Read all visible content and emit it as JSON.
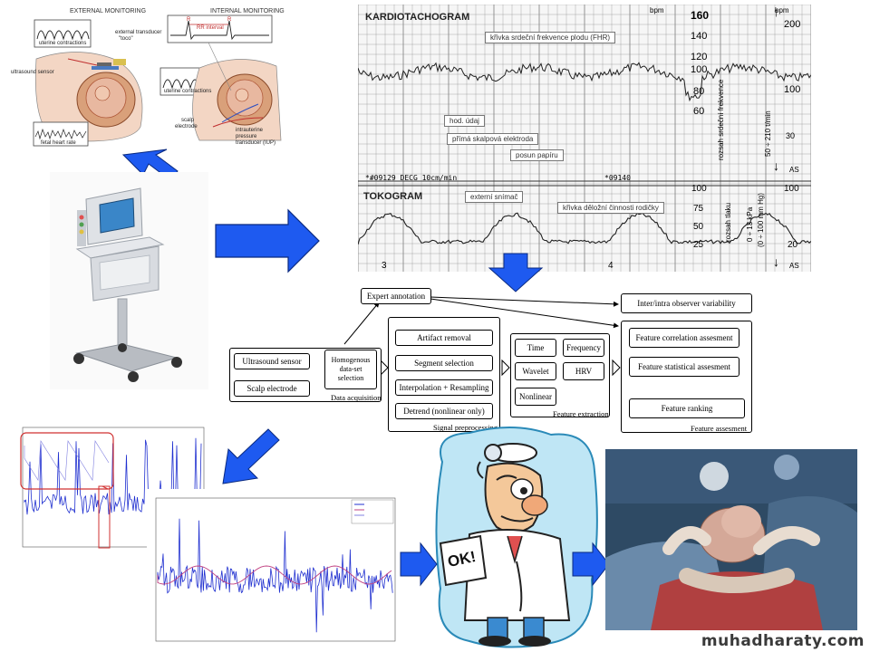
{
  "monitoring": {
    "external_title": "EXTERNAL MONITORING",
    "internal_title": "INTERNAL MONITORING",
    "uterine_contractions_ext": "uterine contractions",
    "external_transducer": "external transducer",
    "toco": "\"toco\"",
    "ultrasound_sensor": "ultrasound sensor",
    "fetal_heart_rate": "fetal heart rate",
    "r_label": "R",
    "rr_interval": "RR interval",
    "uterine_contractions_int": "uterine contractions",
    "scalp": "scalp",
    "electrode": "electrode",
    "iup1": "intrauterine",
    "iup2": "pressure",
    "iup3": "transducer (IUP)"
  },
  "ctg": {
    "title_top": "KARDIOTACHOGRAM",
    "title_bottom": "TOKOGRAM",
    "bpm_top": "bpm",
    "bpm_mid": "bpm",
    "fhr_label": "křivka srdeční frekvence plodu (FHR)",
    "hod_udaj": "hod. údaj",
    "prima": "přímá skalpová elektroda",
    "posun": "posun papíru",
    "externi": "externí snímač",
    "krivka": "křivka děložní činnosti rodičky",
    "printline": "*#09129 DECG 10cm/min",
    "printline2": "*09140",
    "scale_top": [
      "160",
      "140",
      "120",
      "100",
      "80",
      "60"
    ],
    "scale_bottom": [
      "100",
      "75",
      "50",
      "25"
    ],
    "scale_right": [
      "200",
      "100",
      "30"
    ],
    "scale_right_bottom": [
      "100",
      "20"
    ],
    "vertical_text_1": "rozsah srdeční frekvence",
    "vertical_text_2": "50 ÷ 210 t/min",
    "vertical_text_3": "rozsah tlaku",
    "vertical_text_4": "0 ÷ 13 kPa",
    "vertical_text_5": "(0 ÷ 100 mm Hg)",
    "as_top": "AS",
    "as_bottom": "AS",
    "time_3": "3",
    "time_4": "4",
    "up_arrow": "↑",
    "down_arrow": "↓",
    "down_arrow_2": "↓"
  },
  "pipeline": {
    "expert_annotation": "Expert annotation",
    "ultrasound_sensor": "Ultrasound sensor",
    "scalp_electrode": "Scalp electrode",
    "homogenous": "Homogenous data-set selection",
    "data_acquisition": "Data acquisition",
    "artifact_removal": "Artifact removal",
    "segment_selection": "Segment selection",
    "interpolation": "Interpolation + Resampling",
    "detrend": "Detrend (nonlinear only)",
    "signal_preprocessing": "Signal preprocessing",
    "time": "Time",
    "frequency": "Frequency",
    "wavelet": "Wavelet",
    "hrv": "HRV",
    "nonlinear": "Nonlinear",
    "feature_extraction": "Feature extraction",
    "inter_intra": "Inter/intra observer variability",
    "feature_correlation": "Feature correlation assesment",
    "feature_statistical": "Feature statistical assesment",
    "feature_ranking": "Feature ranking",
    "feature_assesment": "Feature assesment"
  },
  "doctor": {
    "ok_sign": "OK!"
  },
  "footer": {
    "site": "muhadharaty.com"
  },
  "colors": {
    "arrow_blue": "#1e5af0",
    "arrow_stroke": "#0a2a80",
    "signal_blue": "#2030d0",
    "highlight_red": "#d03030",
    "grid": "#8a8a8a"
  }
}
